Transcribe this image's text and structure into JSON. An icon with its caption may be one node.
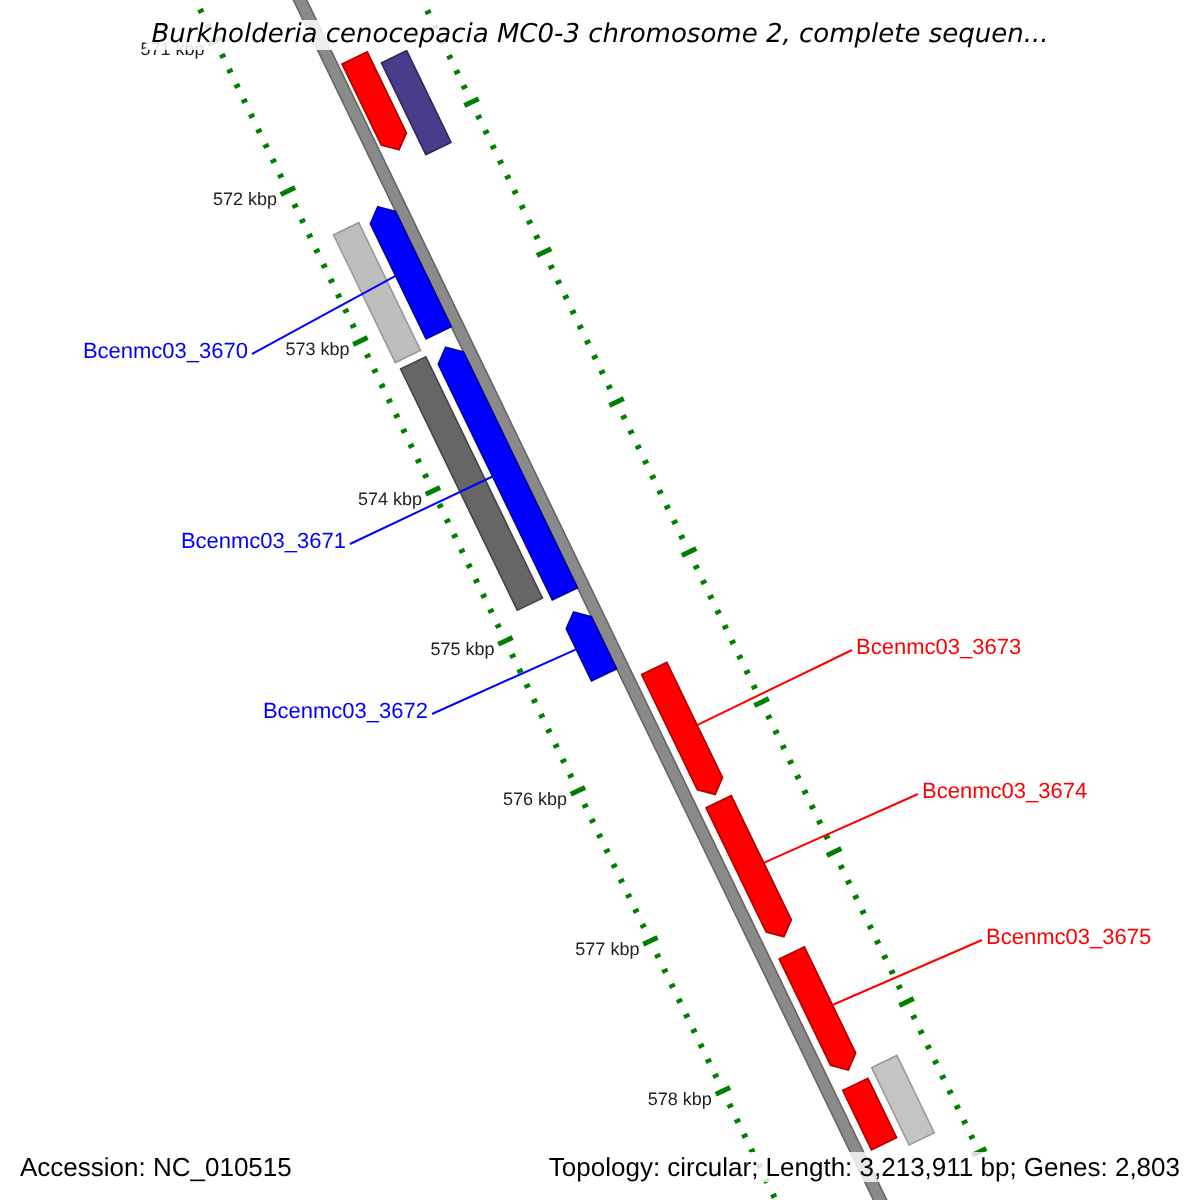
{
  "diagram": {
    "title": "Burkholderia cenocepacia MC0-3 chromosome 2, complete sequen...",
    "nodes": [
      {
        "text": [
          "Bcenmc03_3670"
        ]
      },
      {
        "text": [
          "Bcenmc03_3671"
        ]
      },
      {
        "text": [
          "Bcenmc03_3672"
        ]
      },
      {
        "text": [
          "Bcenmc03_3673"
        ]
      },
      {
        "text": [
          "Bcenmc03_3674"
        ]
      },
      {
        "text": [
          "Bcenmc03_3675"
        ]
      },
      {
        "text": [],
        "shape": "arrow"
      },
      {
        "text": [],
        "shape": "bar"
      },
      {
        "text": [],
        "shape": "bar"
      },
      {
        "text": [],
        "shape": "arrow"
      },
      {
        "text": [],
        "shape": "bar"
      },
      {
        "text": [],
        "shape": "arrow"
      },
      {
        "text": [],
        "shape": "arrow"
      },
      {
        "text": [],
        "shape": "arrow"
      },
      {
        "text": [],
        "shape": "arrow"
      },
      {
        "text": [],
        "shape": "arrow"
      },
      {
        "text": [],
        "shape": "arrow"
      },
      {
        "text": [],
        "shape": "bar"
      }
    ],
    "edges": [
      {
        "from": 0,
        "to": 9,
        "arrow": "none",
        "color": "#0000ff"
      },
      {
        "from": 1,
        "to": 11,
        "arrow": "none",
        "color": "#0000ff"
      },
      {
        "from": 2,
        "to": 12,
        "arrow": "none",
        "color": "#0000ff"
      },
      {
        "from": 3,
        "to": 13,
        "arrow": "none",
        "color": "#ff0000"
      },
      {
        "from": 4,
        "to": 14,
        "arrow": "none",
        "color": "#ff0000"
      },
      {
        "from": 5,
        "to": 15,
        "arrow": "none",
        "color": "#ff0000"
      }
    ],
    "labels": [
      "571 kbp",
      "572 kbp",
      "573 kbp",
      "574 kbp",
      "575 kbp",
      "576 kbp",
      "577 kbp",
      "578 kbp",
      "Accession: NC_010515",
      "Topology: circular; Length: 3,213,911 bp; Genes: 2,803"
    ]
  }
}
